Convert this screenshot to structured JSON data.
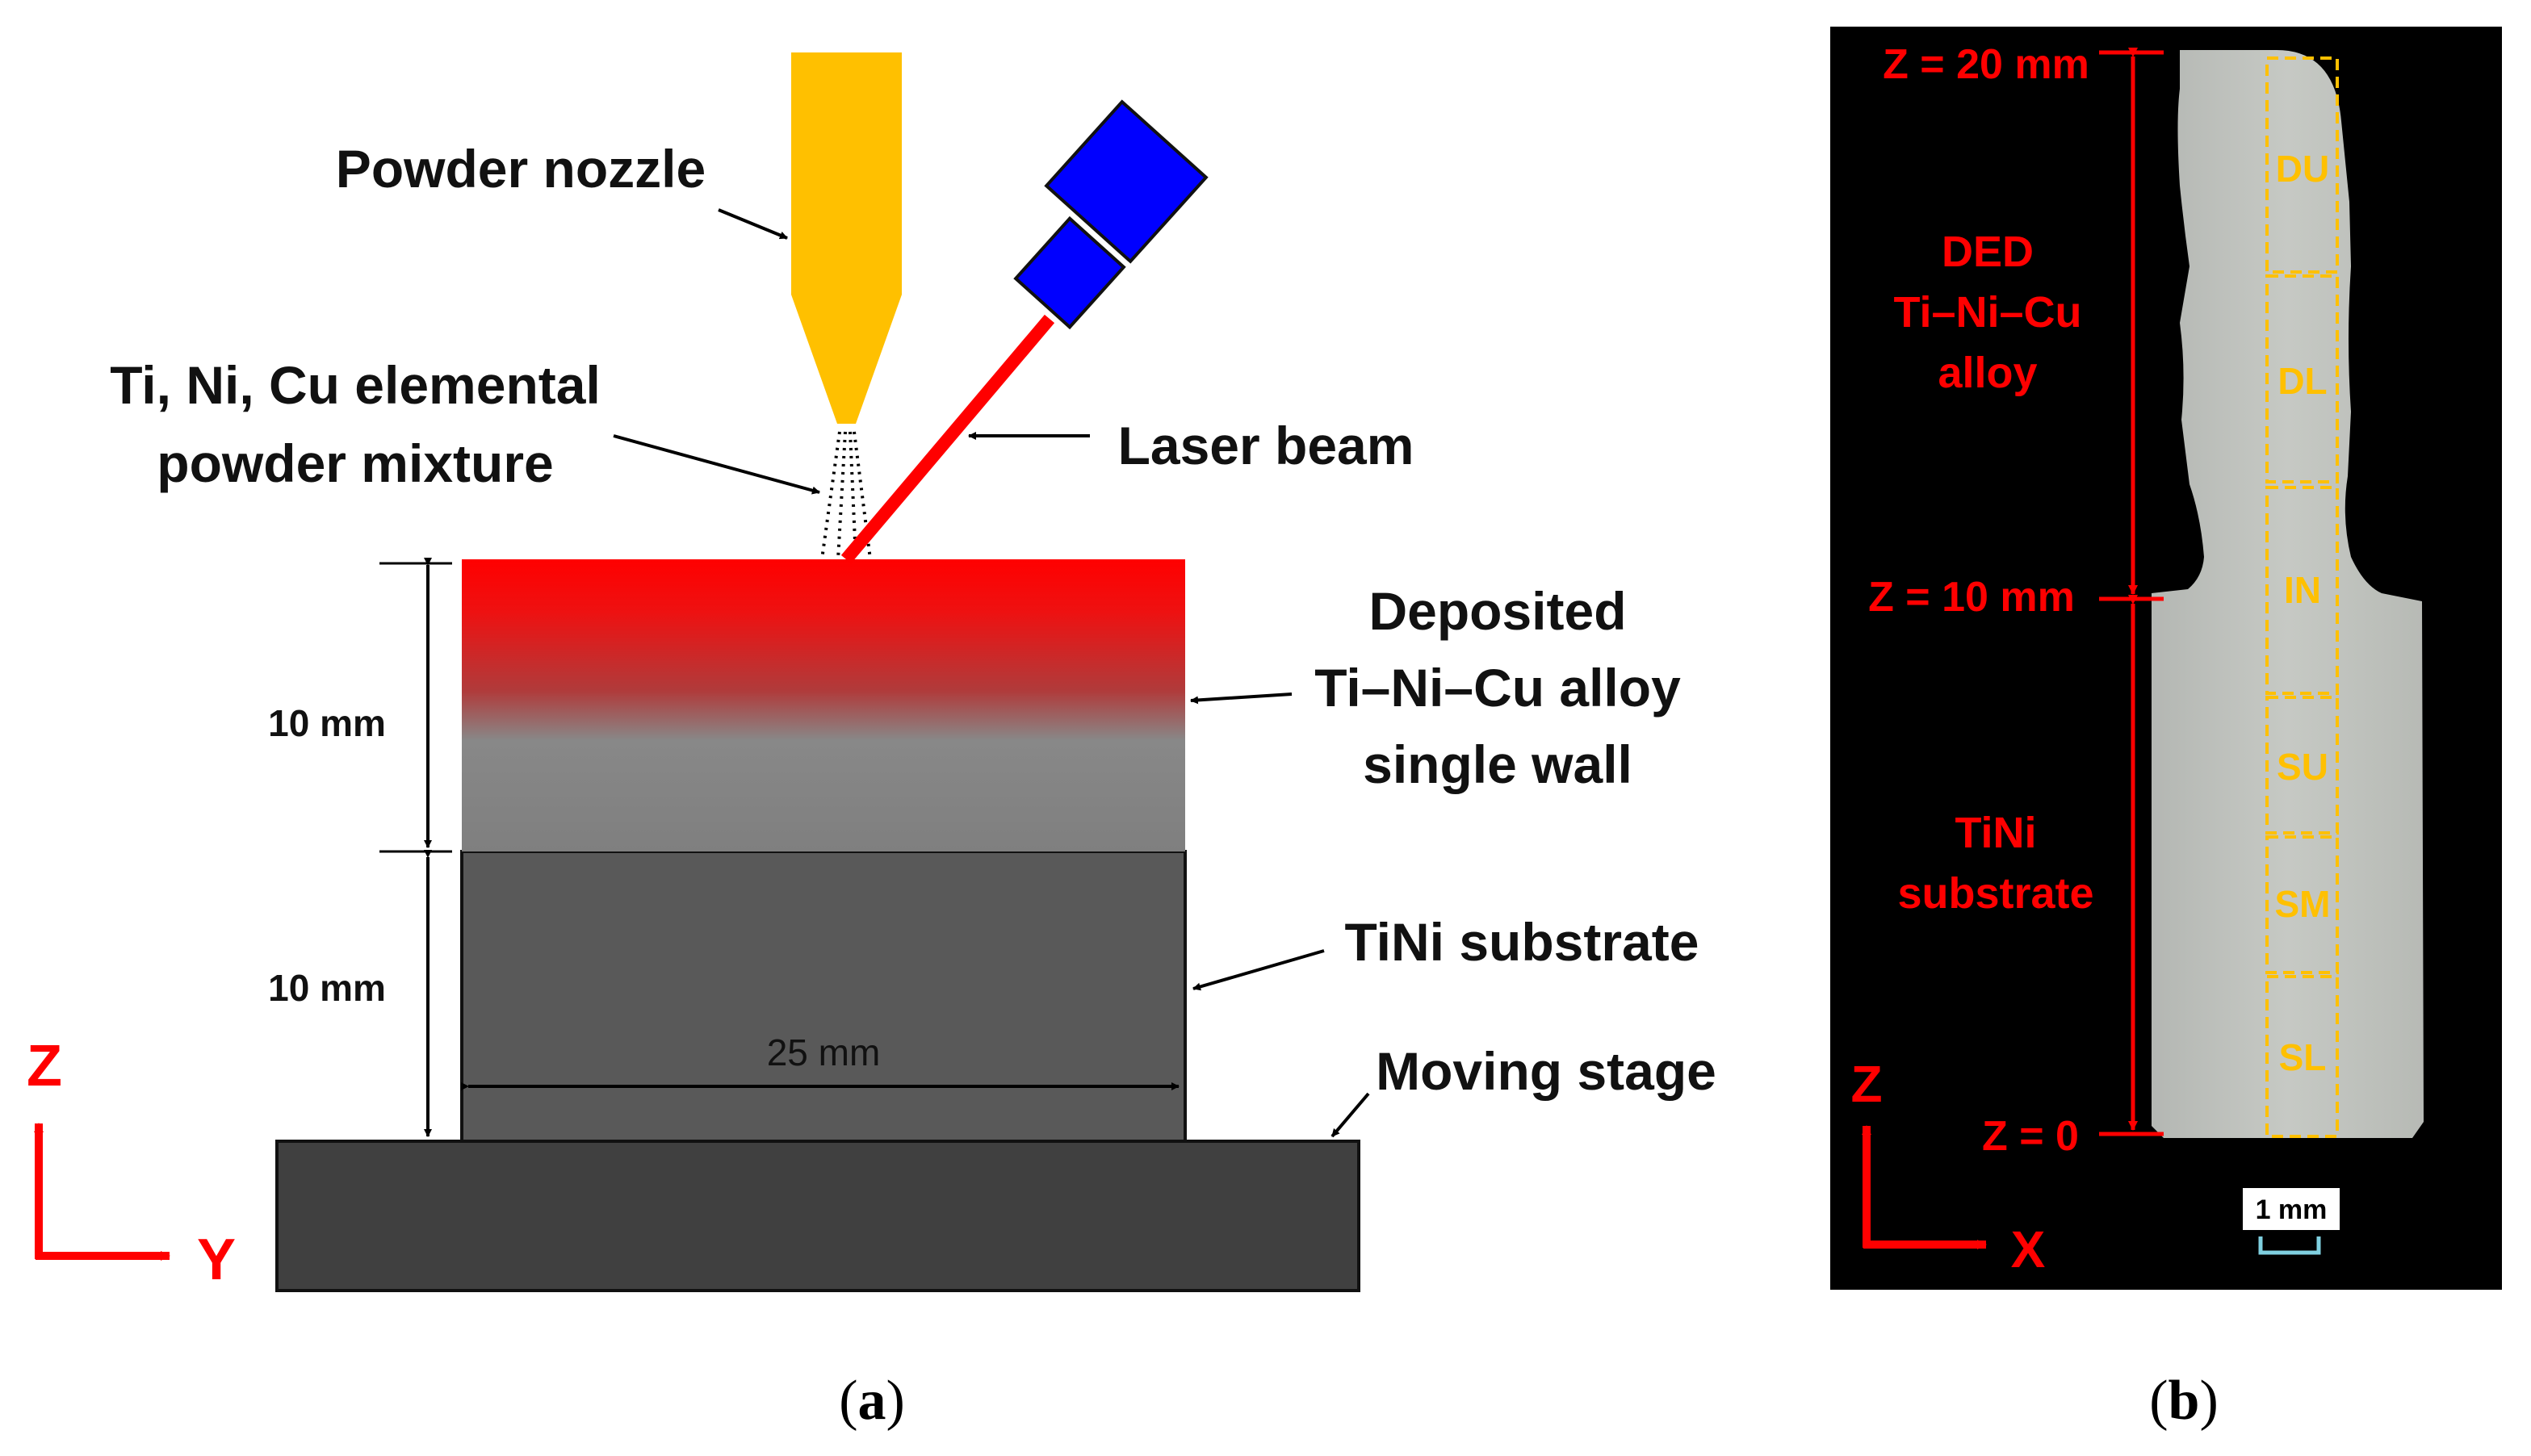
{
  "panel_a": {
    "labels": {
      "powder_nozzle": "Powder nozzle",
      "powder_mixture_line1": "Ti, Ni, Cu elemental",
      "powder_mixture_line2": "powder mixture",
      "laser_beam": "Laser beam",
      "deposited_line1": "Deposited",
      "deposited_line2": "Ti–Ni–Cu alloy",
      "deposited_line3": "single wall",
      "substrate": "TiNi substrate",
      "moving_stage": "Moving stage",
      "height_wall": "10 mm",
      "height_substrate": "10 mm",
      "width": "25 mm",
      "axis_z": "Z",
      "axis_y": "Y"
    },
    "caption_open": "(",
    "caption_letter": "a",
    "caption_close": ")"
  },
  "panel_b": {
    "labels": {
      "z20": "Z = 20 mm",
      "z10": "Z = 10 mm",
      "z0": "Z = 0",
      "ded_line1": "DED",
      "ded_line2": "Ti–Ni–Cu",
      "ded_line3": "alloy",
      "tini_line1": "TiNi",
      "tini_line2": "substrate",
      "scale_bar": "1 mm",
      "axis_z": "Z",
      "axis_x": "X"
    },
    "regions": [
      "DU",
      "DL",
      "IN",
      "SU",
      "SM",
      "SL"
    ],
    "caption_open": "(",
    "caption_letter": "b",
    "caption_close": ")"
  },
  "colors": {
    "nozzle": "#ffc000",
    "laser_head": "#0000ff",
    "laser_beam": "#ff0000",
    "annotation_red": "#ff0000",
    "region_outline": "#ffc000",
    "substrate": "#595959",
    "stage": "#404040",
    "photo_background": "#000000"
  }
}
